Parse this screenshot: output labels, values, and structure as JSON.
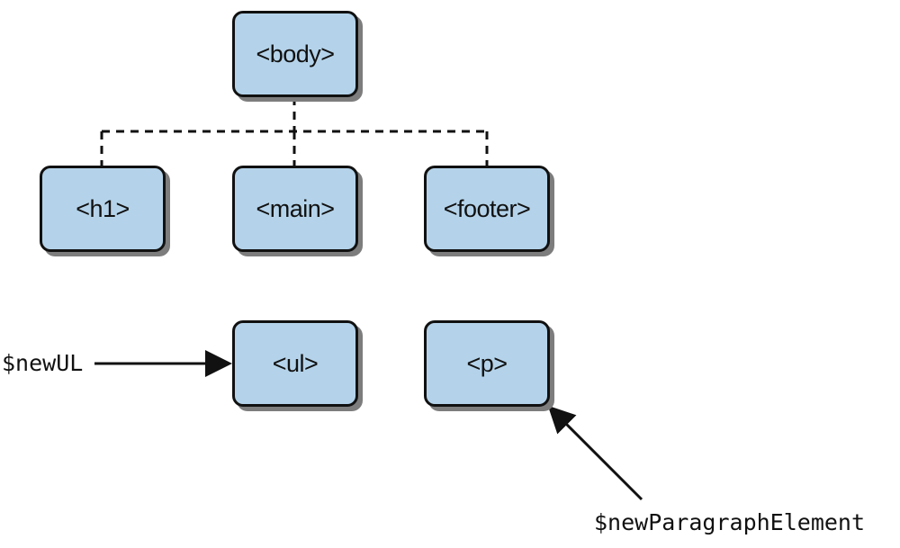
{
  "nodes": {
    "body": "<body>",
    "h1": "<h1>",
    "main": "<main>",
    "footer": "<footer>",
    "ul": "<ul>",
    "p": "<p>"
  },
  "labels": {
    "new_ul": "$newUL",
    "new_paragraph_element": "$newParagraphElement"
  },
  "colors": {
    "node_fill": "#b4d3ea",
    "node_border": "#111111",
    "node_shadow": "#7d7d7d",
    "line": "#111111"
  }
}
